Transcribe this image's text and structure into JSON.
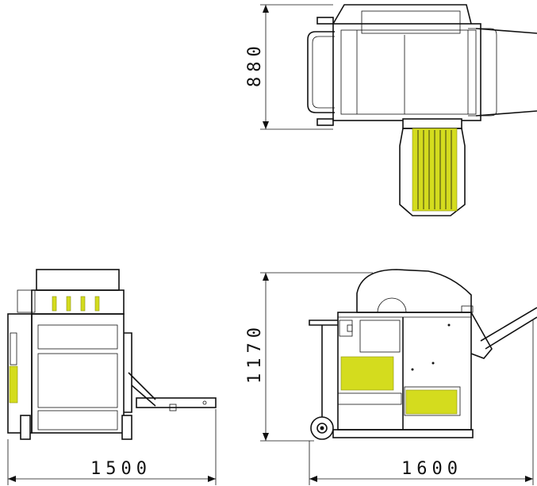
{
  "dimensions": {
    "top_view_depth": "880",
    "front_view_width": "1500",
    "side_view_height": "1170",
    "side_view_width": "1600"
  },
  "colors": {
    "line": "#111111",
    "highlight": "#d4dc1e"
  }
}
